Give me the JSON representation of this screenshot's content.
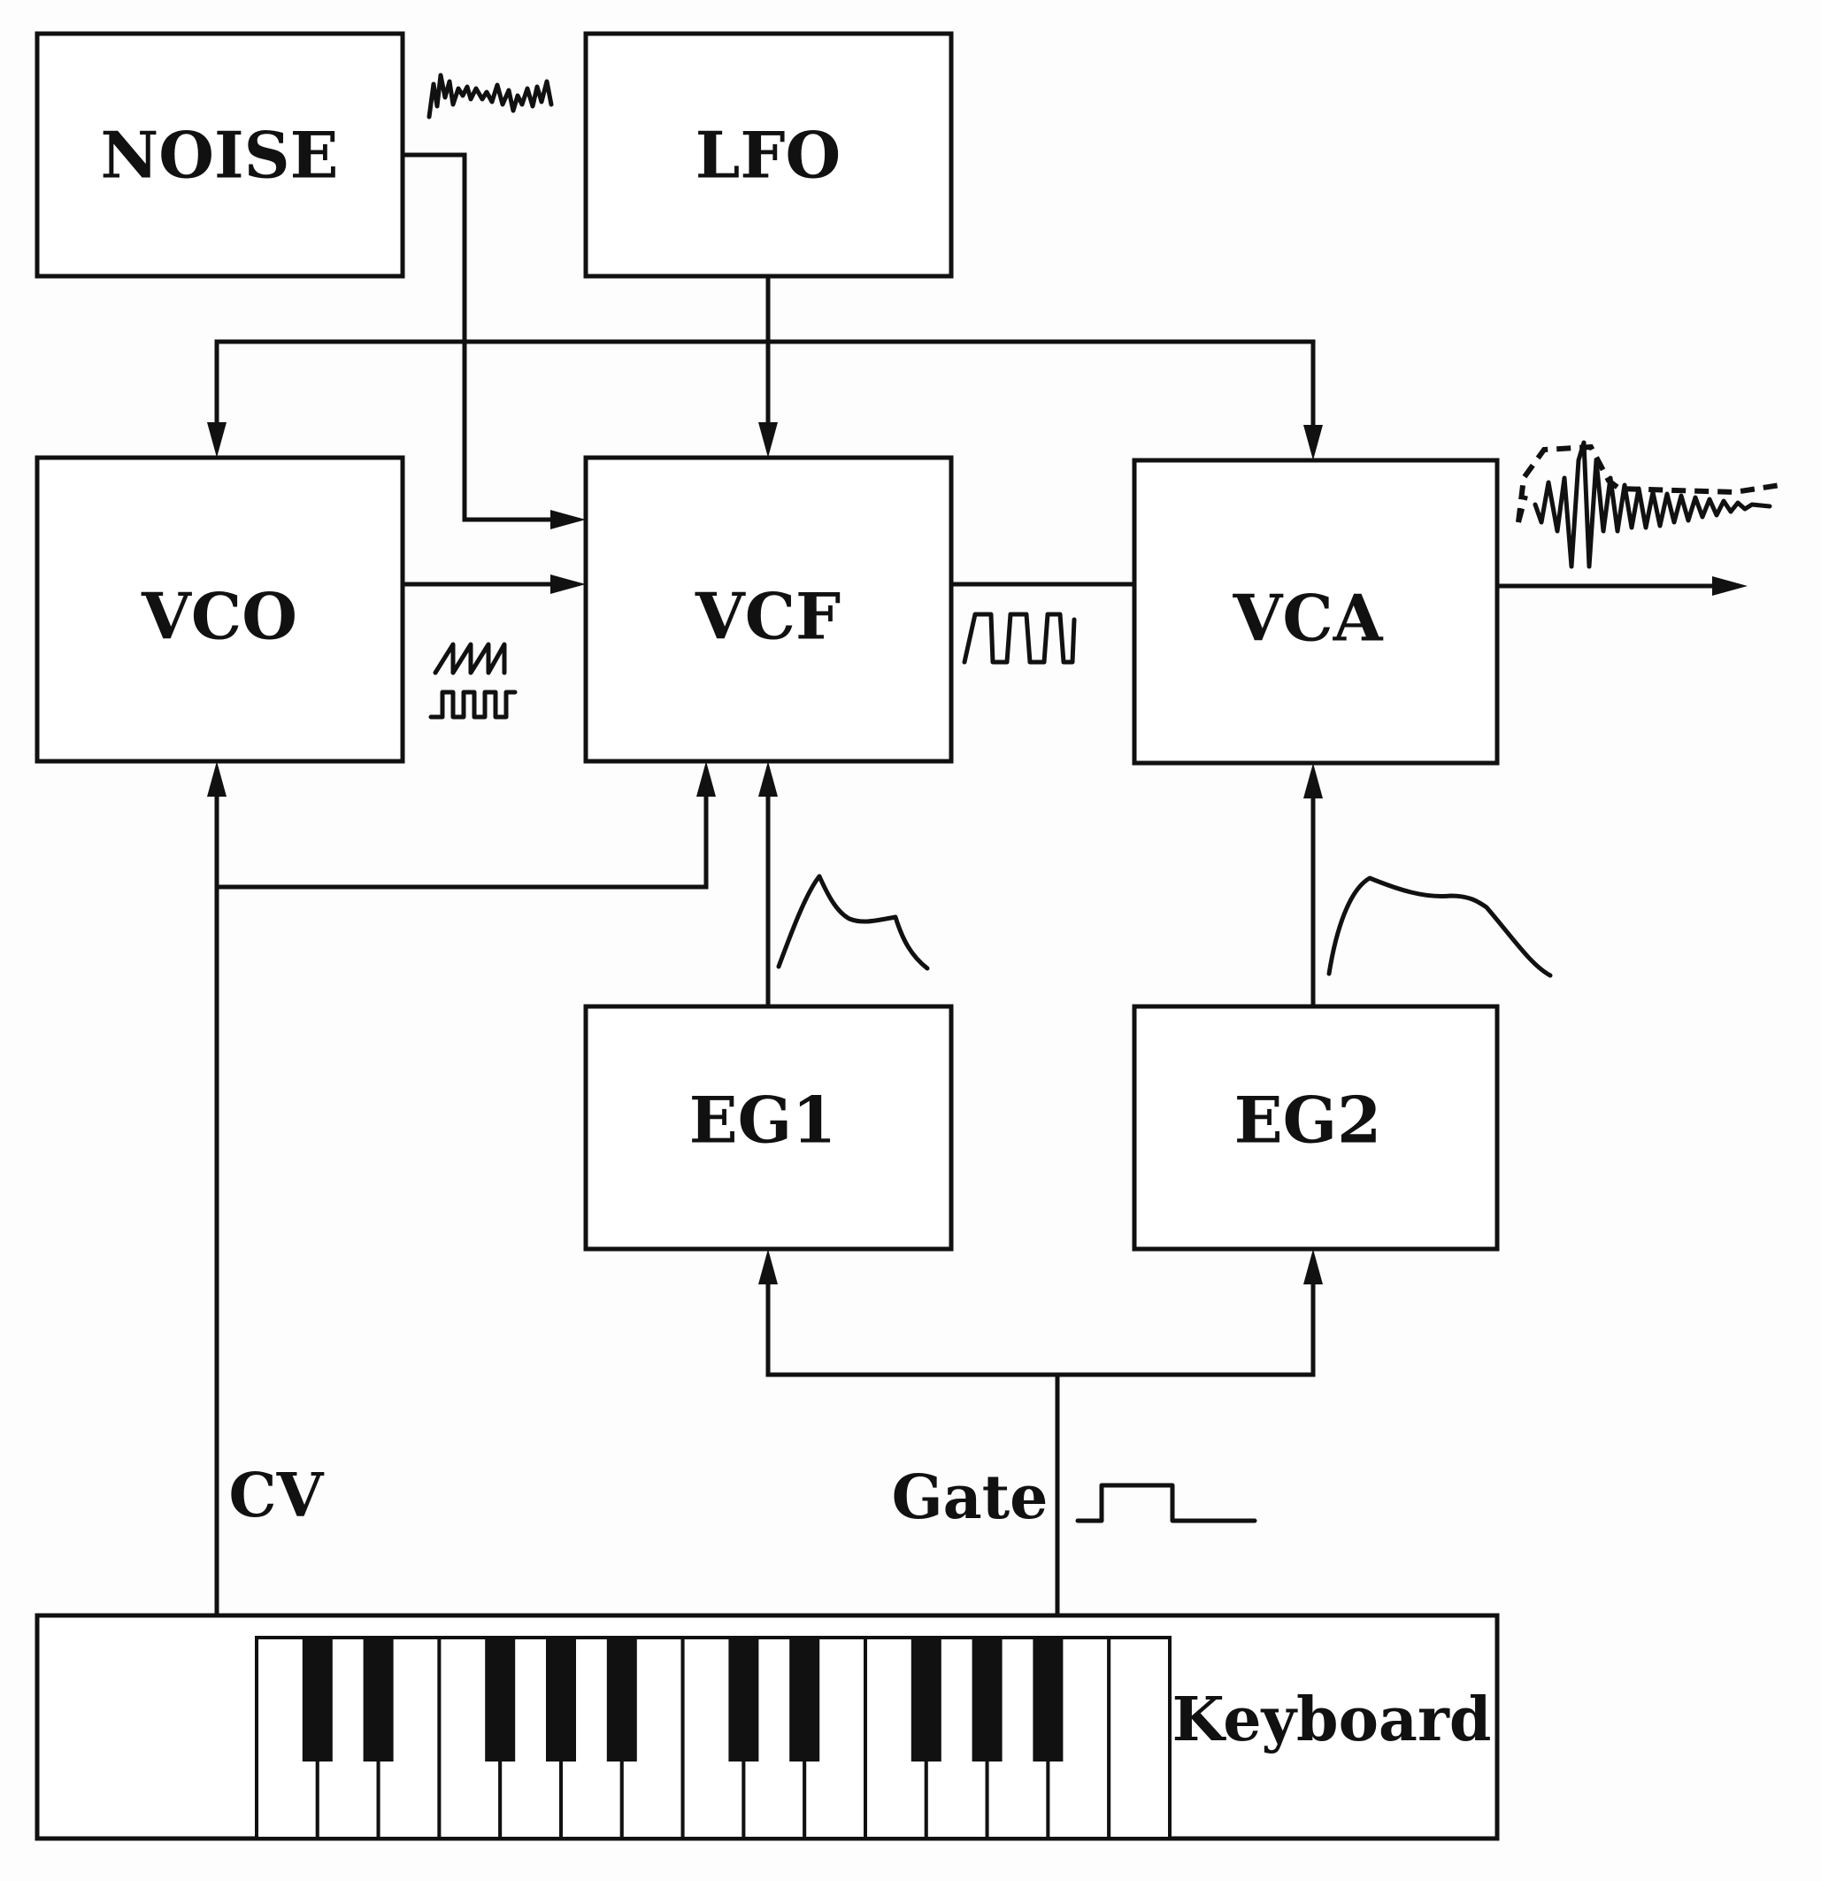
{
  "blocks": {
    "noise": "NOISE",
    "lfo": "LFO",
    "vco": "VCO",
    "vcf": "VCF",
    "vca": "VCA",
    "eg1": "EG1",
    "eg2": "EG2"
  },
  "signals": {
    "cv": "CV",
    "gate": "Gate"
  },
  "keyboard": {
    "label": "Keyboard",
    "white_keys": 15,
    "black_keys": 10
  }
}
